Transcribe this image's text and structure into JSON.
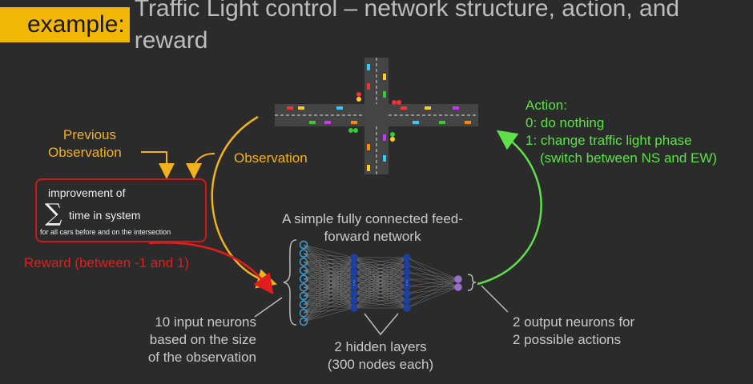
{
  "title": {
    "highlight": "example:",
    "rest": "Traffic Light control – network structure, action, and reward"
  },
  "previous_observation": {
    "line1": "Previous",
    "line2": "Observation"
  },
  "observation_label": "Observation",
  "action": {
    "heading": "Action:",
    "option0": "0: do nothing",
    "option1": "1: change traffic light phase",
    "option1_detail": "(switch between NS and EW)"
  },
  "reward_box": {
    "line1": "improvement of",
    "sum_symbol": "∑",
    "line2": "time in system",
    "line3": "for all cars before and on the intersection"
  },
  "reward_label": "Reward (between -1 and 1)",
  "network": {
    "caption_line1": "A simple fully connected feed-",
    "caption_line2": "forward network",
    "input_note": [
      "10 input neurons",
      "based on the size",
      "of the observation"
    ],
    "hidden_note": [
      "2 hidden layers",
      "(300 nodes each)"
    ],
    "output_note": [
      "2 output neurons for",
      "2 possible actions"
    ],
    "input_neurons": 10,
    "hidden_layer_nodes_shown": 8,
    "output_neurons": 2,
    "colors": {
      "input": "#3aa0d8",
      "hidden": "#1f3f9e",
      "output": "#9b6fd0"
    }
  },
  "colors": {
    "title_highlight": "#f2b705",
    "observation_arrow": "#f2b21b",
    "action_arrow": "#5fe04a",
    "reward": "#e21d1d"
  }
}
